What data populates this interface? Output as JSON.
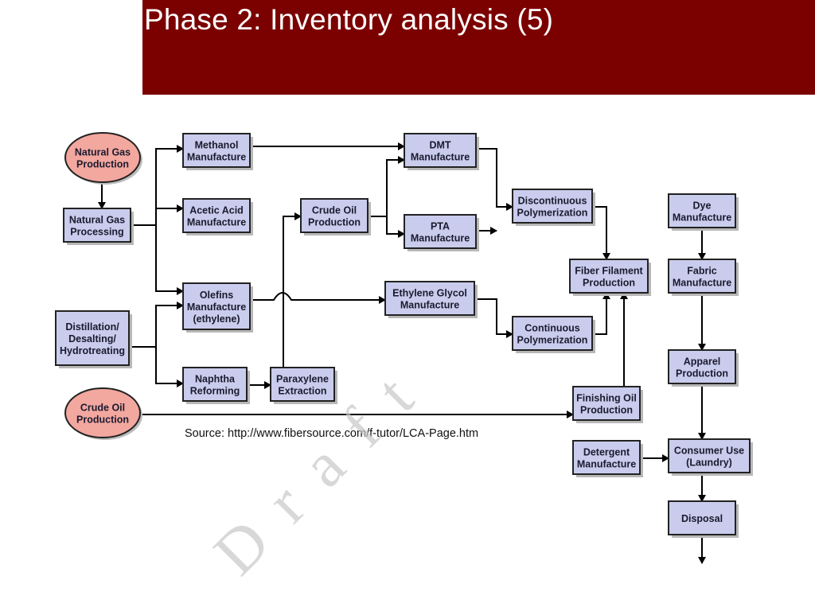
{
  "slide": {
    "title": "Phase 2: Inventory analysis (5)",
    "source": "Source: http://www.fibersource.com/f-tutor/LCA-Page.htm",
    "watermark": "D r a f t"
  },
  "colors": {
    "title_bar": "#7b0000",
    "box_fill": "#c9ccec",
    "oval_fill": "#f2a79f",
    "line": "#000000",
    "watermark": "#c8c8c8"
  },
  "diagram": {
    "nodes": [
      {
        "id": "natural-gas-production",
        "shape": "oval",
        "lines": [
          "Natural Gas",
          "Production"
        ]
      },
      {
        "id": "natural-gas-processing",
        "shape": "box",
        "lines": [
          "Natural Gas",
          "Processing"
        ]
      },
      {
        "id": "distillation",
        "shape": "box",
        "lines": [
          "Distillation/",
          "Desalting/",
          "Hydrotreating"
        ]
      },
      {
        "id": "crude-oil-production-oval",
        "shape": "oval",
        "lines": [
          "Crude Oil",
          "Production"
        ]
      },
      {
        "id": "methanol",
        "shape": "box",
        "lines": [
          "Methanol",
          "Manufacture"
        ]
      },
      {
        "id": "acetic-acid",
        "shape": "box",
        "lines": [
          "Acetic Acid",
          "Manufacture"
        ]
      },
      {
        "id": "olefins",
        "shape": "box",
        "lines": [
          "Olefins",
          "Manufacture",
          "(ethylene)"
        ]
      },
      {
        "id": "naphtha",
        "shape": "box",
        "lines": [
          "Naphtha",
          "Reforming"
        ]
      },
      {
        "id": "paraxylene",
        "shape": "box",
        "lines": [
          "Paraxylene",
          "Extraction"
        ]
      },
      {
        "id": "crude-oil-production-box",
        "shape": "box",
        "lines": [
          "Crude Oil",
          "Production"
        ]
      },
      {
        "id": "dmt",
        "shape": "box",
        "lines": [
          "DMT",
          "Manufacture"
        ]
      },
      {
        "id": "pta",
        "shape": "box",
        "lines": [
          "PTA",
          "Manufacture"
        ]
      },
      {
        "id": "ethylene-glycol",
        "shape": "box",
        "lines": [
          "Ethylene Glycol",
          "Manufacture"
        ]
      },
      {
        "id": "discontinuous-polymerization",
        "shape": "box",
        "lines": [
          "Discontinuous",
          "Polymerization"
        ]
      },
      {
        "id": "continuous-polymerization",
        "shape": "box",
        "lines": [
          "Continuous",
          "Polymerization"
        ]
      },
      {
        "id": "fiber-filament",
        "shape": "box",
        "lines": [
          "Fiber Filament",
          "Production"
        ]
      },
      {
        "id": "finishing-oil",
        "shape": "box",
        "lines": [
          "Finishing Oil",
          "Production"
        ]
      },
      {
        "id": "detergent",
        "shape": "box",
        "lines": [
          "Detergent",
          "Manufacture"
        ]
      },
      {
        "id": "dye",
        "shape": "box",
        "lines": [
          "Dye",
          "Manufacture"
        ]
      },
      {
        "id": "fabric",
        "shape": "box",
        "lines": [
          "Fabric",
          "Manufacture"
        ]
      },
      {
        "id": "apparel",
        "shape": "box",
        "lines": [
          "Apparel",
          "Production"
        ]
      },
      {
        "id": "consumer-use",
        "shape": "box",
        "lines": [
          "Consumer Use",
          "(Laundry)"
        ]
      },
      {
        "id": "disposal",
        "shape": "box",
        "lines": [
          "Disposal"
        ]
      }
    ],
    "edges": [
      {
        "from": "natural-gas-production",
        "to": "natural-gas-processing"
      },
      {
        "from": "natural-gas-processing",
        "to": "methanol"
      },
      {
        "from": "natural-gas-processing",
        "to": "acetic-acid"
      },
      {
        "from": "natural-gas-processing",
        "to": "olefins"
      },
      {
        "from": "distillation",
        "to": "olefins"
      },
      {
        "from": "distillation",
        "to": "naphtha"
      },
      {
        "from": "crude-oil-production-oval",
        "to": "finishing-oil"
      },
      {
        "from": "methanol",
        "to": "dmt"
      },
      {
        "from": "naphtha",
        "to": "paraxylene"
      },
      {
        "from": "paraxylene",
        "to": "crude-oil-production-box"
      },
      {
        "from": "crude-oil-production-box",
        "to": "dmt"
      },
      {
        "from": "crude-oil-production-box",
        "to": "pta"
      },
      {
        "from": "olefins",
        "to": "ethylene-glycol"
      },
      {
        "from": "dmt",
        "to": "discontinuous-polymerization"
      },
      {
        "from": "pta",
        "to": "discontinuous-polymerization"
      },
      {
        "from": "ethylene-glycol",
        "to": "continuous-polymerization"
      },
      {
        "from": "discontinuous-polymerization",
        "to": "fiber-filament"
      },
      {
        "from": "continuous-polymerization",
        "to": "fiber-filament"
      },
      {
        "from": "finishing-oil",
        "to": "fiber-filament"
      },
      {
        "from": "dye",
        "to": "fabric"
      },
      {
        "from": "fabric",
        "to": "apparel"
      },
      {
        "from": "apparel",
        "to": "consumer-use"
      },
      {
        "from": "detergent",
        "to": "consumer-use"
      },
      {
        "from": "consumer-use",
        "to": "disposal"
      },
      {
        "from": "disposal",
        "to": ""
      }
    ]
  }
}
